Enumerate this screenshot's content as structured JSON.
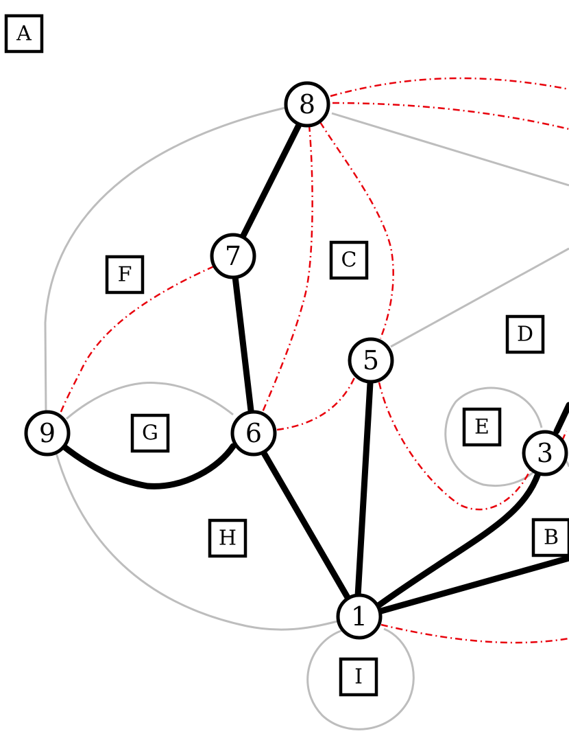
{
  "colors": {
    "tree_edge": "#000000",
    "primal_edge": "#bdbdbd",
    "dual_edge": "#e8000b",
    "node_fill": "#ffffff",
    "node_stroke": "#000000"
  },
  "nodes": [
    {
      "id": "8",
      "label": "8"
    },
    {
      "id": "7",
      "label": "7"
    },
    {
      "id": "5",
      "label": "5"
    },
    {
      "id": "9",
      "label": "9"
    },
    {
      "id": "6",
      "label": "6"
    },
    {
      "id": "3",
      "label": "3"
    },
    {
      "id": "1",
      "label": "1"
    }
  ],
  "faces": [
    {
      "id": "A",
      "label": "A"
    },
    {
      "id": "B",
      "label": "B"
    },
    {
      "id": "C",
      "label": "C"
    },
    {
      "id": "D",
      "label": "D"
    },
    {
      "id": "E",
      "label": "E"
    },
    {
      "id": "F",
      "label": "F"
    },
    {
      "id": "G",
      "label": "G"
    },
    {
      "id": "H",
      "label": "H"
    },
    {
      "id": "I",
      "label": "I"
    }
  ],
  "tree_edges": [
    [
      "8",
      "7"
    ],
    [
      "7",
      "6"
    ],
    [
      "9",
      "6"
    ],
    [
      "6",
      "1"
    ],
    [
      "5",
      "1"
    ],
    [
      "3",
      "1"
    ],
    [
      "1",
      "offscreen-right"
    ],
    [
      "3",
      "offscreen-upper-right"
    ]
  ],
  "primal_edges": [
    [
      "8",
      "9"
    ],
    [
      "8",
      "offscreen-right"
    ],
    [
      "9",
      "6"
    ],
    [
      "9",
      "1"
    ],
    [
      "5",
      "offscreen-right"
    ],
    [
      "3",
      "3"
    ],
    [
      "1",
      "1"
    ]
  ],
  "dual_edges": [
    [
      "8",
      "offscreen-right"
    ],
    [
      "8",
      "offscreen-right"
    ],
    [
      "8",
      "6"
    ],
    [
      "8",
      "5"
    ],
    [
      "7",
      "9"
    ],
    [
      "5",
      "6"
    ],
    [
      "5",
      "3"
    ],
    [
      "1",
      "offscreen-right"
    ]
  ]
}
